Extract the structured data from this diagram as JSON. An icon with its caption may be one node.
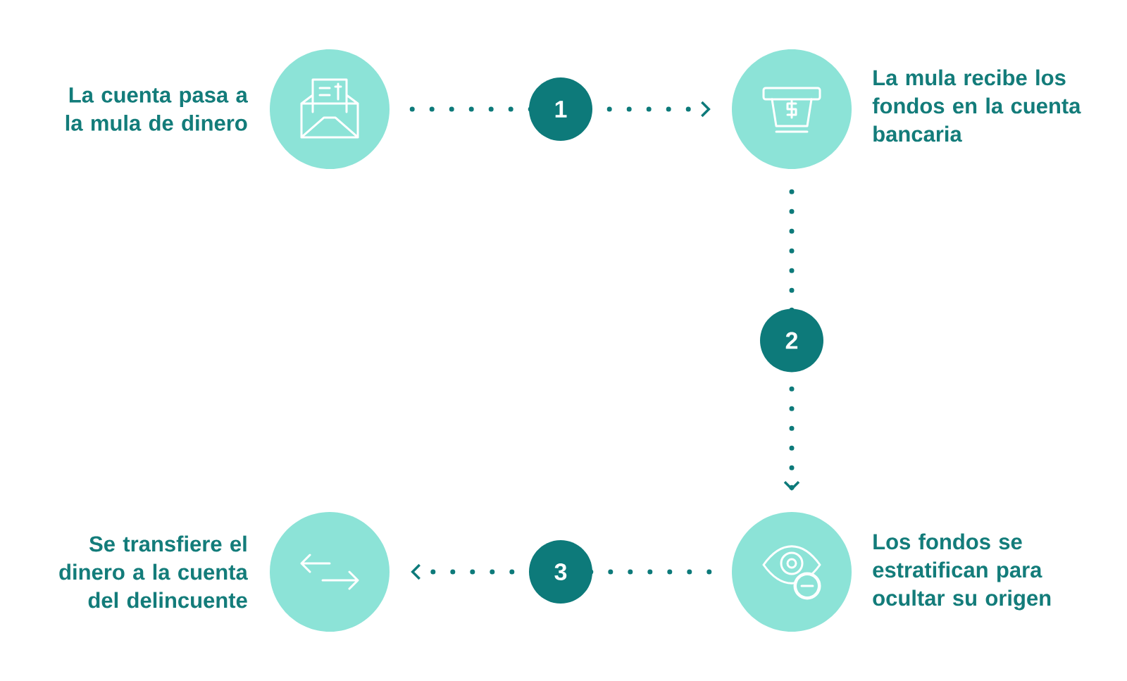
{
  "diagram": {
    "nodes": [
      {
        "text": [],
        "shape": "circle",
        "beside": [
          "La cuenta pasa a la mula de dinero"
        ]
      },
      {
        "text": [],
        "shape": "circle",
        "beside": [
          "La mula recibe los fondos en la cuenta bancaria"
        ]
      },
      {
        "text": [],
        "shape": "circle",
        "beside": [
          "Los fondos se estratifican para ocultar su origen"
        ]
      },
      {
        "text": [],
        "shape": "circle",
        "beside": [
          "Se transfiere el dinero a la cuenta del delincuente"
        ]
      }
    ],
    "edges": [
      {
        "from": 0,
        "to": 1,
        "arrow": "to",
        "label": "1"
      },
      {
        "from": 1,
        "to": 2,
        "arrow": "to",
        "label": "2"
      },
      {
        "from": 2,
        "to": 3,
        "arrow": "to",
        "label": "3"
      }
    ]
  }
}
